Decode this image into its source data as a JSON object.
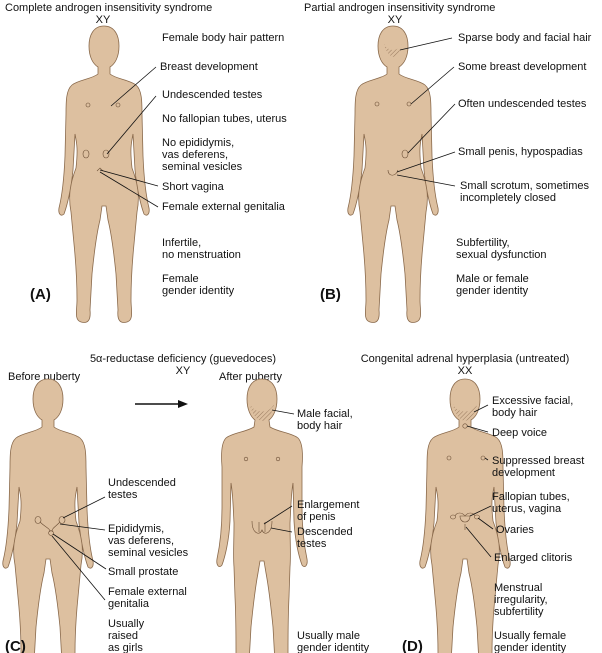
{
  "panels": {
    "a": {
      "letter": "(A)",
      "title": "Complete androgen insensitivity syndrome",
      "karyotype": "XY",
      "labels": {
        "l1": "Female body hair pattern",
        "l2": "Breast development",
        "l3": "Undescended testes",
        "l4": "No fallopian tubes, uterus",
        "l5a": "No epididymis,",
        "l5b": "vas deferens,",
        "l5c": "seminal vesicles",
        "l6": "Short vagina",
        "l7": "Female external genitalia",
        "l8a": "Infertile,",
        "l8b": "no menstruation",
        "l9a": "Female",
        "l9b": "gender identity"
      }
    },
    "b": {
      "letter": "(B)",
      "title": "Partial androgen insensitivity syndrome",
      "karyotype": "XY",
      "labels": {
        "l1": "Sparse body and facial hair",
        "l2": "Some breast development",
        "l3": "Often undescended testes",
        "l4": "Small penis, hypospadias",
        "l5a": "Small scrotum, sometimes",
        "l5b": "incompletely closed",
        "l6a": "Subfertility,",
        "l6b": "sexual dysfunction",
        "l7a": "Male or female",
        "l7b": "gender identity"
      }
    },
    "c": {
      "letter": "(C)",
      "title": "5α-reductase deficiency (guevedoces)",
      "karyotype": "XY",
      "before": "Before puberty",
      "after": "After puberty",
      "labels": {
        "l1a": "Undescended",
        "l1b": "testes",
        "l2a": "Epididymis,",
        "l2b": "vas deferens,",
        "l2c": "seminal vesicles",
        "l3": "Small prostate",
        "l4a": "Female external",
        "l4b": "genitalia",
        "l5a": "Usually",
        "l5b": "raised",
        "l5c": "as girls",
        "l6a": "Male facial,",
        "l6b": "body hair",
        "l7a": "Enlargement",
        "l7b": "of penis",
        "l8a": "Descended",
        "l8b": "testes",
        "l9a": "Usually male",
        "l9b": "gender identity"
      }
    },
    "d": {
      "letter": "(D)",
      "title": "Congenital adrenal hyperplasia (untreated)",
      "karyotype": "XX",
      "labels": {
        "l1a": "Excessive facial,",
        "l1b": "body hair",
        "l2": "Deep voice",
        "l3a": "Suppressed breast",
        "l3b": "development",
        "l4a": "Fallopian tubes,",
        "l4b": "uterus, vagina",
        "l5": "Ovaries",
        "l6": "Enlarged clitoris",
        "l7a": "Menstrual",
        "l7b": "irregularity,",
        "l7c": "subfertility",
        "l8a": "Usually female",
        "l8b": "gender identity"
      }
    }
  },
  "colors": {
    "skin": "#ddc0a0",
    "outline": "#8a6a4c",
    "ink": "#111111"
  }
}
